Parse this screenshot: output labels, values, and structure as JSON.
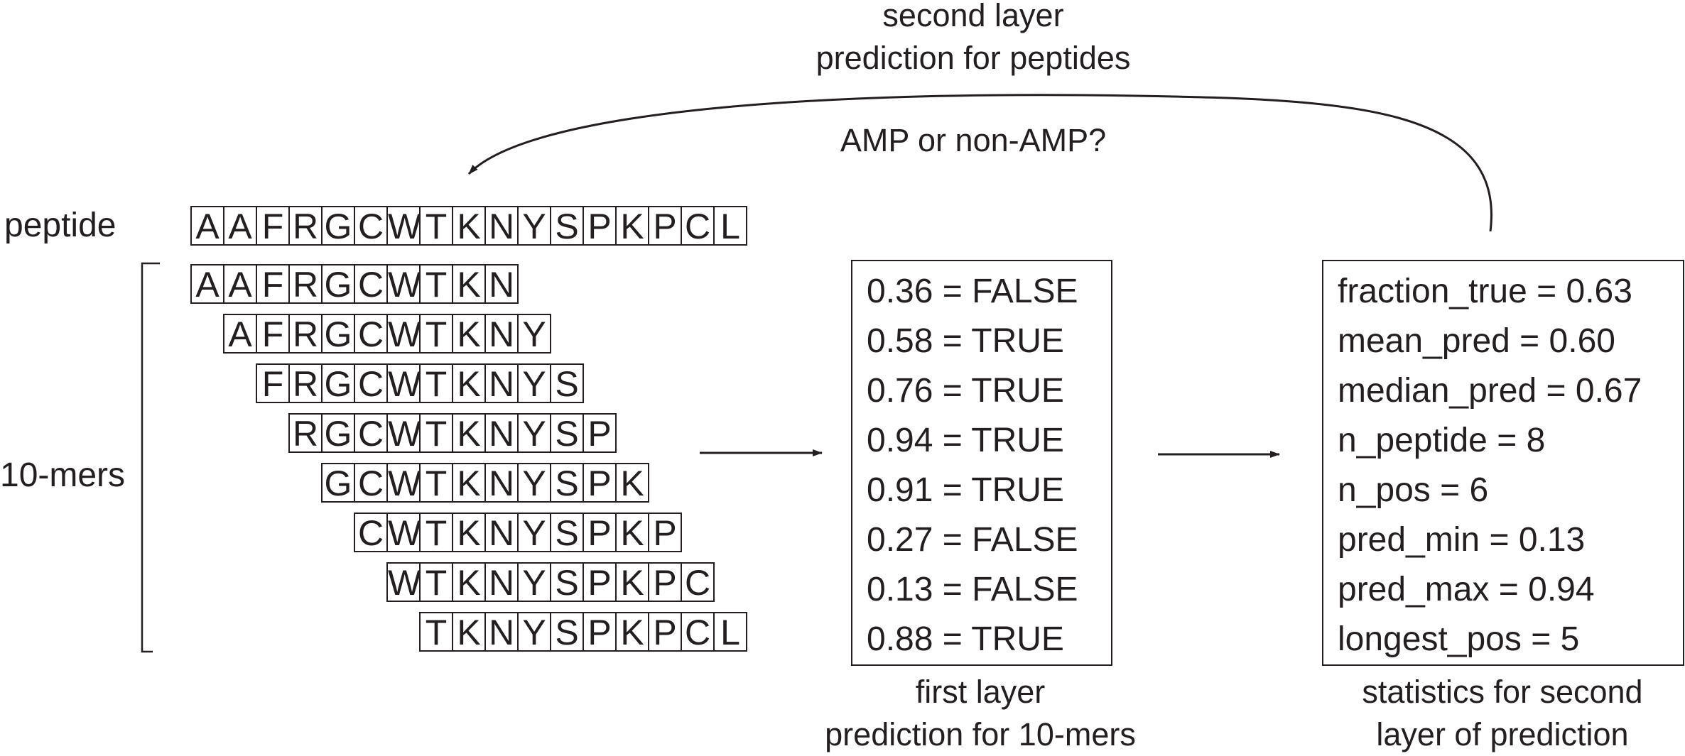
{
  "top_caption": {
    "line1": "second layer",
    "line2": "prediction for peptides",
    "question": "AMP or non-AMP?"
  },
  "peptide": {
    "label": "peptide",
    "letters": [
      "A",
      "A",
      "F",
      "R",
      "G",
      "C",
      "W",
      "T",
      "K",
      "N",
      "Y",
      "S",
      "P",
      "K",
      "P",
      "C",
      "L"
    ]
  },
  "kmers": {
    "label": "10-mers",
    "rows": [
      [
        "A",
        "A",
        "F",
        "R",
        "G",
        "C",
        "W",
        "T",
        "K",
        "N"
      ],
      [
        "A",
        "F",
        "R",
        "G",
        "C",
        "W",
        "T",
        "K",
        "N",
        "Y"
      ],
      [
        "F",
        "R",
        "G",
        "C",
        "W",
        "T",
        "K",
        "N",
        "Y",
        "S"
      ],
      [
        "R",
        "G",
        "C",
        "W",
        "T",
        "K",
        "N",
        "Y",
        "S",
        "P"
      ],
      [
        "G",
        "C",
        "W",
        "T",
        "K",
        "N",
        "Y",
        "S",
        "P",
        "K"
      ],
      [
        "C",
        "W",
        "T",
        "K",
        "N",
        "Y",
        "S",
        "P",
        "K",
        "P"
      ],
      [
        "W",
        "T",
        "K",
        "N",
        "Y",
        "S",
        "P",
        "K",
        "P",
        "C"
      ],
      [
        "T",
        "K",
        "N",
        "Y",
        "S",
        "P",
        "K",
        "P",
        "C",
        "L"
      ]
    ]
  },
  "first_layer": {
    "rows": [
      "0.36 = FALSE",
      "0.58 = TRUE",
      "0.76 = TRUE",
      "0.94 = TRUE",
      "0.91 = TRUE",
      "0.27 = FALSE",
      "0.13 = FALSE",
      "0.88 = TRUE"
    ],
    "caption_line1": "first layer",
    "caption_line2": "prediction for 10-mers"
  },
  "statistics": {
    "rows": [
      "fraction_true = 0.63",
      "mean_pred = 0.60",
      "median_pred = 0.67",
      "n_peptide = 8",
      "n_pos = 6",
      "pred_min = 0.13",
      "pred_max = 0.94",
      "longest_pos = 5"
    ],
    "caption_line1": "statistics for second",
    "caption_line2": "layer of prediction"
  }
}
